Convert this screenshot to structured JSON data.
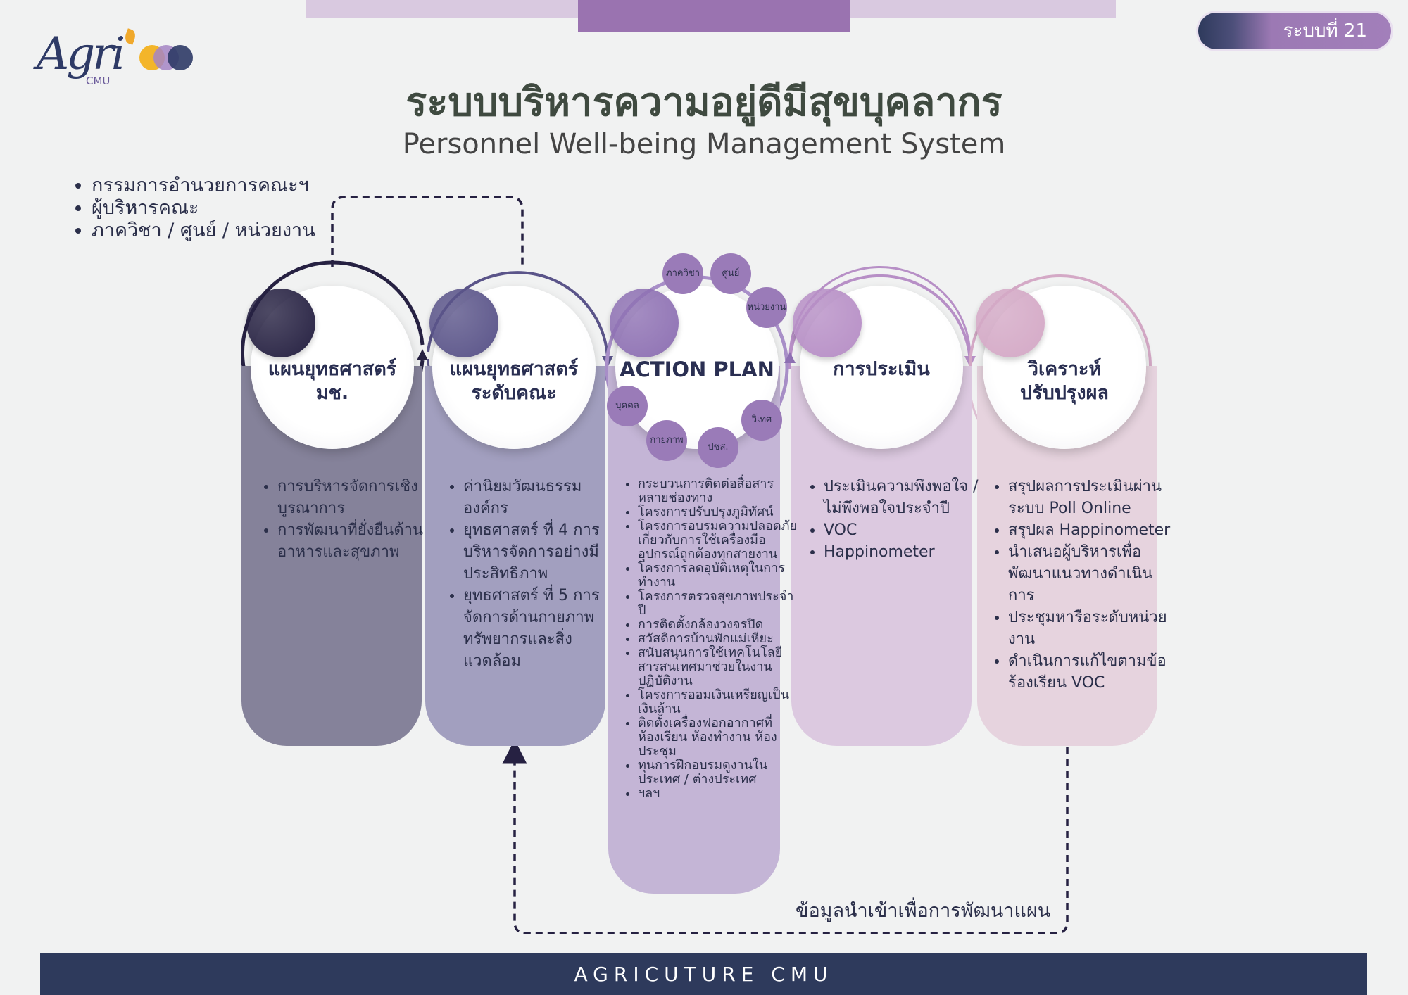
{
  "badge": {
    "label": "ระบบที่ 21"
  },
  "logo": {
    "text": "Agri",
    "sub": "CMU",
    "dot_colors": [
      "#f3b52a",
      "#a585c4",
      "#2e3a66"
    ]
  },
  "title": "ระบบบริหารความอยู่ดีมีสุขบุคลากร",
  "subtitle": "Personnel Well-being Management System",
  "stakeholders": [
    "กรรมการอำนวยการคณะฯ",
    "ผู้บริหารคณะ",
    "ภาควิชา / ศูนย์ / หน่วยงาน"
  ],
  "columns": [
    {
      "title_line1": "แผนยุทธศาสตร์",
      "title_line2": "มช.",
      "color": "#85829a",
      "accent": "#262142",
      "items": [
        "การบริหารจัดการเชิงบูรณาการ",
        "การพัฒนาที่ยั่งยืนด้านอาหารและสุขภาพ"
      ]
    },
    {
      "title_line1": "แผนยุทธศาสตร์",
      "title_line2": "ระดับคณะ",
      "color": "#a29fbf",
      "accent": "#5a5489",
      "items": [
        "ค่านิยมวัฒนธรรมองค์กร",
        "ยุทธศาสตร์ ที่ 4 การบริหารจัดการอย่างมีประสิทธิภาพ",
        "ยุทธศาสตร์ ที่ 5 การจัดการด้านกายภาพทรัพยากรและสิ่งแวดล้อม"
      ]
    },
    {
      "title_line1": "ACTION PLAN",
      "title_line2": "",
      "color": "#c4b5d6",
      "accent": "#8e71b3",
      "satellites": [
        "ภาควิชา",
        "ศูนย์",
        "หน่วยงาน",
        "วิเทศ",
        "ปชส.",
        "กายภาพ",
        "บุคคล"
      ],
      "items": [
        "กระบวนการติดต่อสื่อสารหลายช่องทาง",
        "โครงการปรับปรุงภูมิทัศน์",
        "โครงการอบรมความปลอดภัยเกี่ยวกับการใช้เครื่องมือ อุปกรณ์ถูกต้องทุกสายงาน",
        "โครงการลดอุบัติเหตุในการทำงาน",
        "โครงการตรวจสุขภาพประจำปี",
        "การติดตั้งกล้องวงจรปิด",
        "สวัสดิการบ้านพักแม่เหียะ",
        "สนับสนุนการใช้เทคโนโลยีสารสนเทศมาช่วยในงานปฏิบัติงาน",
        "โครงการออมเงินเหรียญเป็นเงินล้าน",
        "ติดตั้งเครื่องฟอกอากาศที่ห้องเรียน ห้องทำงาน ห้องประชุม",
        "ทุนการฝึกอบรมดูงานในประเทศ / ต่างประเทศ",
        "ฯลฯ"
      ]
    },
    {
      "title_line1": "การประเมิน",
      "title_line2": "",
      "color": "#dcc9e0",
      "accent": "#b78fc6",
      "items": [
        "ประเมินความพึงพอใจ / ไม่พึงพอใจประจำปี",
        "VOC",
        "Happinometer"
      ]
    },
    {
      "title_line1": "วิเคราะห์",
      "title_line2": "ปรับปรุงผล",
      "color": "#e6d3de",
      "accent": "#d4a9c6",
      "items": [
        "สรุปผลการประเมินผ่านระบบ Poll Online",
        "สรุปผล Happinometer",
        "นำเสนอผู้บริหารเพื่อพัฒนาแนวทางดำเนินการ",
        "ประชุมหารือระดับหน่วยงาน",
        "ดำเนินการแก้ไขตามข้อร้องเรียน VOC"
      ]
    }
  ],
  "feedback_label": "ข้อมูลนำเข้าเพื่อการพัฒนาแผน",
  "footer": "AGRICUTURE CMU"
}
